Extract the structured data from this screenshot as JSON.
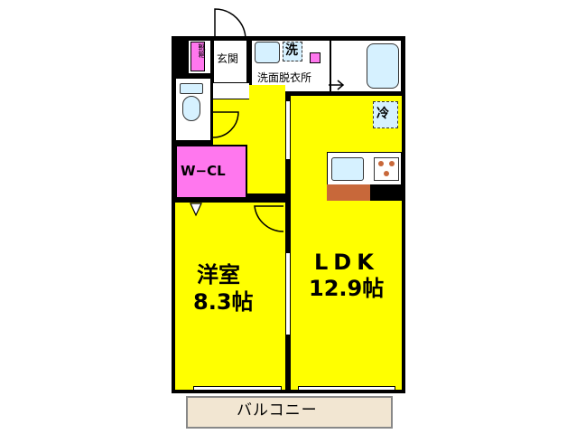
{
  "rooms": {
    "western": {
      "name": "洋室",
      "size": "8.3帖"
    },
    "ldk": {
      "name": "LDK",
      "size": "12.9帖"
    },
    "walk_in_closet": "W−CL",
    "washroom": "洗面脱衣所",
    "entrance": "玄関",
    "shoe_storage": "靴箱",
    "balcony": "バルコニー"
  },
  "fixtures": {
    "washer": "洗",
    "fridge": "冷"
  },
  "colors": {
    "room_fill": "#ffff00",
    "closet_fill": "#ff77ee",
    "fixture_fill": "#d6f1ff",
    "counter": "#c8683a",
    "balcony_fill": "#f2e6d2",
    "wall": "#000000"
  }
}
